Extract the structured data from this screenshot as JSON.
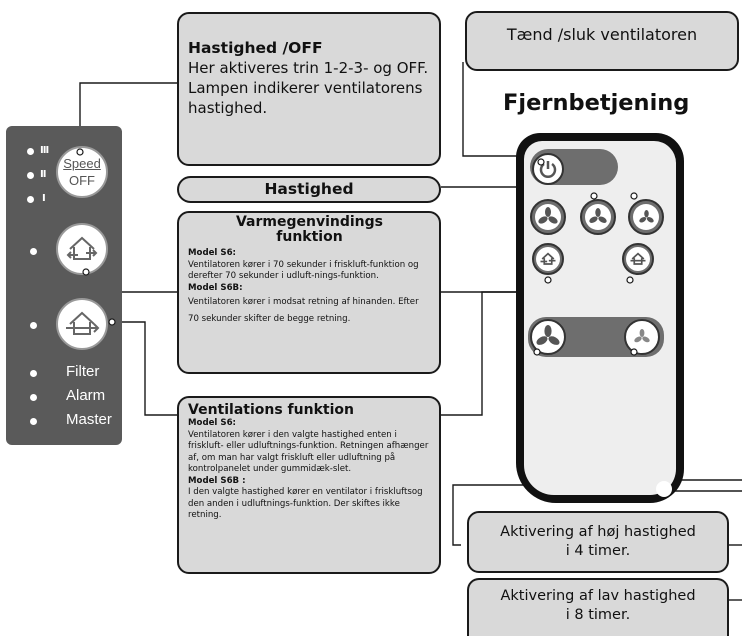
{
  "speed_box": {
    "title": "Hastighed /OFF",
    "text": "Her aktiveres trin 1-2-3- og OFF. Lampen indikerer ventilatorens hastighed."
  },
  "power_box": {
    "label": "Tænd /sluk ventilatoren"
  },
  "remote_title": "Fjernbetjening",
  "hastighed_pill": {
    "label": "Hastighed"
  },
  "varme_box": {
    "title": "Varmegenvindings funktion",
    "s6_heading": "Model S6:",
    "s6_text": "Ventilatoren kører i 70 sekunder i friskluft-funktion og derefter 70 sekunder i udluft-nings-funktion.",
    "s6b_heading": "Model S6B:",
    "s6b_text": "Ventilatoren kører i modsat retning af hinanden. Efter 70 sekunder skifter de begge retning."
  },
  "vent_box": {
    "title": "Ventilations funktion",
    "s6_heading": "Model S6:",
    "s6_text": "Ventilatoren kører i den valgte hastighed enten i friskluft- eller udluftnings-funktion. Retningen afhænger af, om man har valgt friskluft eller udluftning på kontrolpanelet under gummidæk-slet.",
    "s6b_heading": "Model S6B :",
    "s6b_text": "I den valgte hastighed kører en ventilator i friskluftsog den anden i udluftnings-funktion. Der skiftes ikke retning."
  },
  "high_box": {
    "line1": "Aktivering af høj hastighed",
    "line2": "i 4 timer."
  },
  "low_box": {
    "line1": "Aktivering af lav hastighed",
    "line2": "i 8 timer."
  },
  "panel": {
    "levels": [
      "III",
      "II",
      "I"
    ],
    "speed_button": {
      "top": "Speed",
      "bottom": "OFF"
    },
    "labels": [
      "Filter",
      "Alarm",
      "Master"
    ]
  }
}
